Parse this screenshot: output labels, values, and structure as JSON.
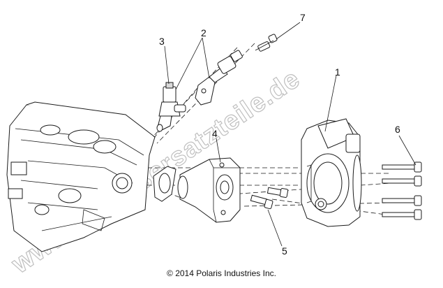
{
  "callouts": {
    "c1": "1",
    "c2": "2",
    "c3": "3",
    "c4": "4",
    "c5": "5",
    "c6": "6",
    "c7": "7"
  },
  "copyright": "© 2014 Polaris Industries Inc.",
  "watermark": "www.polarisersatzteile.de"
}
